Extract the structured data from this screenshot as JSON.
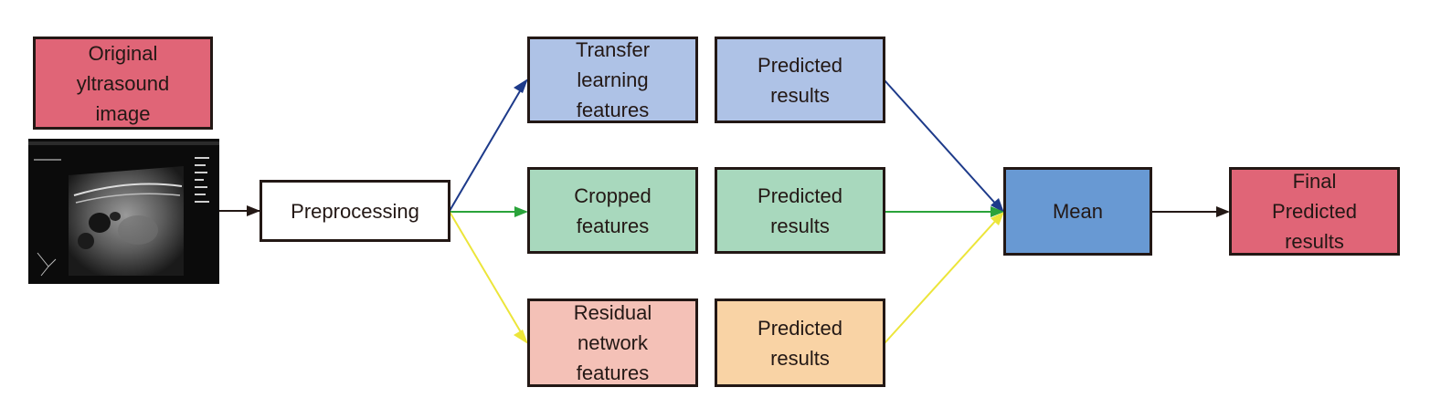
{
  "nodes": {
    "original": {
      "label": "Original\nyltrasound\nimage",
      "color": "#e06577"
    },
    "preprocessing": {
      "label": "Preprocessing",
      "color": "#ffffff"
    },
    "transfer": {
      "label": "Transfer\nlearning\nfeatures",
      "color": "#aec2e6"
    },
    "cropped": {
      "label": "Cropped\nfeatures",
      "color": "#a8d8bd"
    },
    "residual": {
      "label": "Residual\nnetwork\nfeatures",
      "color": "#f4c1b7"
    },
    "pred1": {
      "label": "Predicted\nresults",
      "color": "#aec2e6"
    },
    "pred2": {
      "label": "Predicted\nresults",
      "color": "#a8d8bd"
    },
    "pred3": {
      "label": "Predicted\nresults",
      "color": "#f9d3a5"
    },
    "mean": {
      "label": "Mean",
      "color": "#6899d3"
    },
    "final": {
      "label": "Final\nPredicted\nresults",
      "color": "#e06577"
    }
  },
  "edge_colors": {
    "black": "#231815",
    "blue": "#1d3a8a",
    "green": "#2aa33a",
    "yellow": "#ece53a"
  }
}
